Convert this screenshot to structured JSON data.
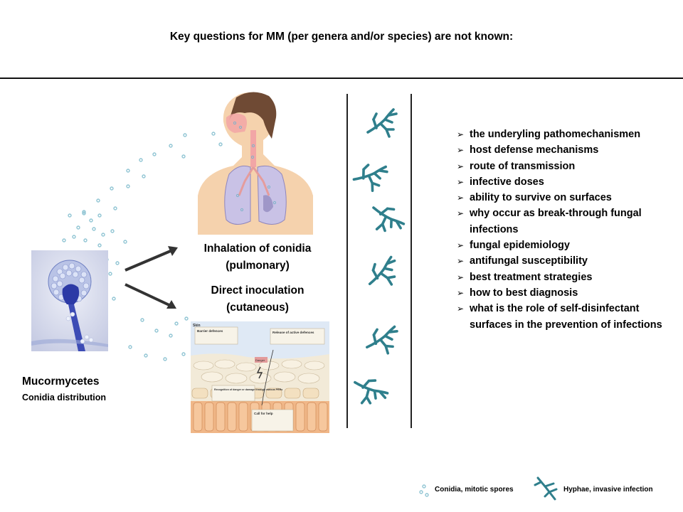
{
  "title": "Key questions for MM (per genera and/or species) are not known:",
  "routes": {
    "inhalation_line1": "Inhalation  of conidia",
    "inhalation_line2": "(pulmonary)",
    "inoculation_line1": "Direct inoculation",
    "inoculation_line2": "(cutaneous)"
  },
  "organism": {
    "name": "Mucormycetes",
    "subtitle": "Conidia distribution"
  },
  "skin_panel": {
    "label_skin": "Skin",
    "label_barrier": "Barrier defences",
    "label_release": "Release of active defences",
    "label_danger": "Danger",
    "label_recognition": "Recognition of danger or damage through various PRRs",
    "label_help": "Call for help"
  },
  "questions": [
    "the underyling pathomechanismen",
    "host defense mechanisms",
    "route of transmission",
    "infective doses",
    "ability to survive on surfaces",
    "why occur as break-through fungal infections",
    "fungal epidemiology",
    "antifungal susceptibility",
    "best treatment strategies",
    "how to best diagnosis",
    "what is the role of self-disinfectant surfaces in the prevention of infections"
  ],
  "legend": {
    "conidia_label": "Conidia,  mitotic spores",
    "hyphae_label": "Hyphae, invasive infection"
  },
  "colors": {
    "spore": "#8fc4d3",
    "hypha": "#2f7f8c",
    "skin": "#f5d2ad",
    "lung": "#c9c2e6",
    "stain": "#2c3aa6"
  },
  "icons": {
    "spore": "dot-cluster",
    "hypha": "branching-hypha",
    "arrow": "arrow-right"
  }
}
